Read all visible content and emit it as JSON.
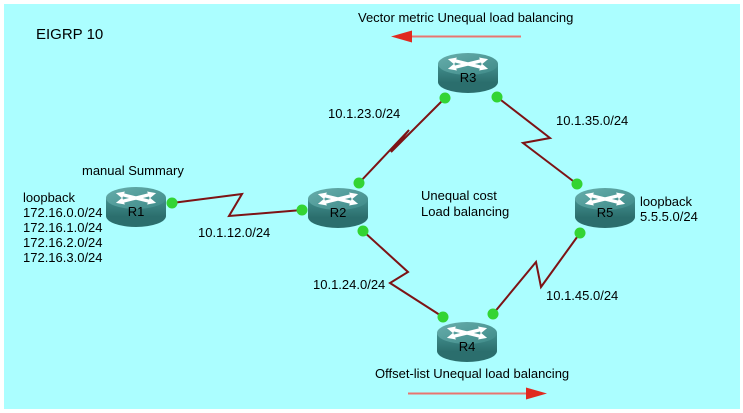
{
  "diagram": {
    "title": "EIGRP 10",
    "notes": {
      "top": "Vector metric Unequal load balancing",
      "center": [
        "Unequal cost",
        "Load balancing"
      ],
      "bottom": "Offset-list Unequal load balancing",
      "r1": "manual Summary"
    }
  },
  "routers": [
    {
      "name": "R1"
    },
    {
      "name": "R2"
    },
    {
      "name": "R3"
    },
    {
      "name": "R4"
    },
    {
      "name": "R5"
    }
  ],
  "loopbacks": {
    "r1": {
      "title": "loopback",
      "networks": [
        "172.16.0.0/24",
        "172.16.1.0/24",
        "172.16.2.0/24",
        "172.16.3.0/24"
      ]
    },
    "r5": {
      "title": "loopback",
      "networks": [
        "5.5.5.0/24"
      ]
    }
  },
  "links": [
    {
      "from": "R1",
      "to": "R2",
      "subnet": "10.1.12.0/24"
    },
    {
      "from": "R2",
      "to": "R3",
      "subnet": "10.1.23.0/24"
    },
    {
      "from": "R3",
      "to": "R5",
      "subnet": "10.1.35.0/24"
    },
    {
      "from": "R2",
      "to": "R4",
      "subnet": "10.1.24.0/24"
    },
    {
      "from": "R4",
      "to": "R5",
      "subnet": "10.1.45.0/24"
    }
  ],
  "icons": {
    "router": "cisco-router-crossed-arrows-cylinder",
    "link_endpoint": "green-status-led",
    "top_flow_arrow": "red-arrow-left",
    "bottom_flow_arrow": "red-arrow-right"
  },
  "colors": {
    "background": "#ABFEFF",
    "frame": "#FFFFFF",
    "link_line": "#7D1315",
    "status_led": "#33D433",
    "router_body": "#37817F",
    "router_top": "#4F9C9A",
    "arrow_head": "#E02A20",
    "arrow_line": "#E87570",
    "text": "#000000"
  }
}
